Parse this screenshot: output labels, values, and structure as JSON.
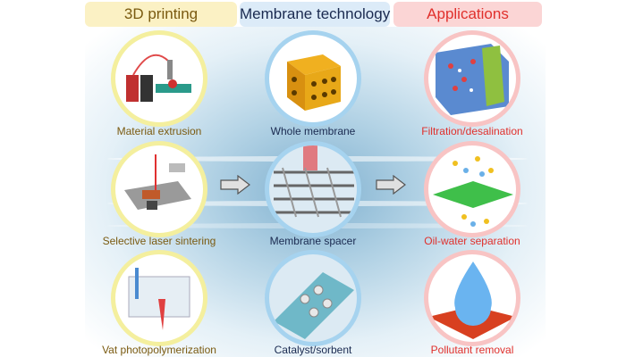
{
  "headers": {
    "printing": "3D printing",
    "membrane": "Membrane technology",
    "applications": "Applications"
  },
  "colors": {
    "printing_bg": "#fbf1c4",
    "membrane_bg": "#dcebf8",
    "applications_bg": "#fbd5d5",
    "printing_text": "#7a5a10",
    "membrane_text": "#1a2a50",
    "applications_text": "#e0302c"
  },
  "columns": [
    {
      "items": [
        {
          "label": "Material extrusion",
          "icon": "extrusion-printer"
        },
        {
          "label": "Selective laser sintering",
          "icon": "laser-sintering-machine"
        },
        {
          "label": "Vat photopolymerization",
          "icon": "resin-vat"
        }
      ]
    },
    {
      "items": [
        {
          "label": "Whole membrane",
          "icon": "lattice-cube"
        },
        {
          "label": "Membrane spacer",
          "icon": "spacer-mesh"
        },
        {
          "label": "Catalyst/sorbent",
          "icon": "catalyst-surface"
        }
      ]
    },
    {
      "items": [
        {
          "label": "Filtration/desalination",
          "icon": "filtration-module"
        },
        {
          "label": "Oil-water separation",
          "icon": "oil-water-droplets"
        },
        {
          "label": "Pollutant removal",
          "icon": "pollutant-droplet"
        }
      ]
    }
  ]
}
